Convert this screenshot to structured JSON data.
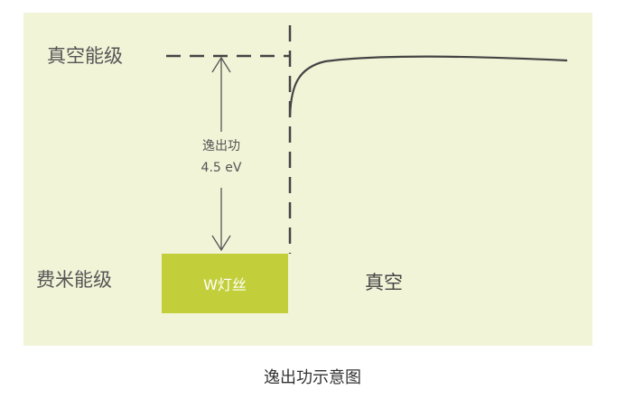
{
  "labels": {
    "vacuum_level": "真空能级",
    "fermi_level": "费米能级",
    "work_function": "逸出功",
    "work_function_value": "4.5 eV",
    "filament": "W灯丝",
    "vacuum": "真空"
  },
  "caption": "逸出功示意图",
  "colors": {
    "background": "#f2f4d8",
    "filament": "#c2cf3a",
    "lines": "#444444"
  }
}
